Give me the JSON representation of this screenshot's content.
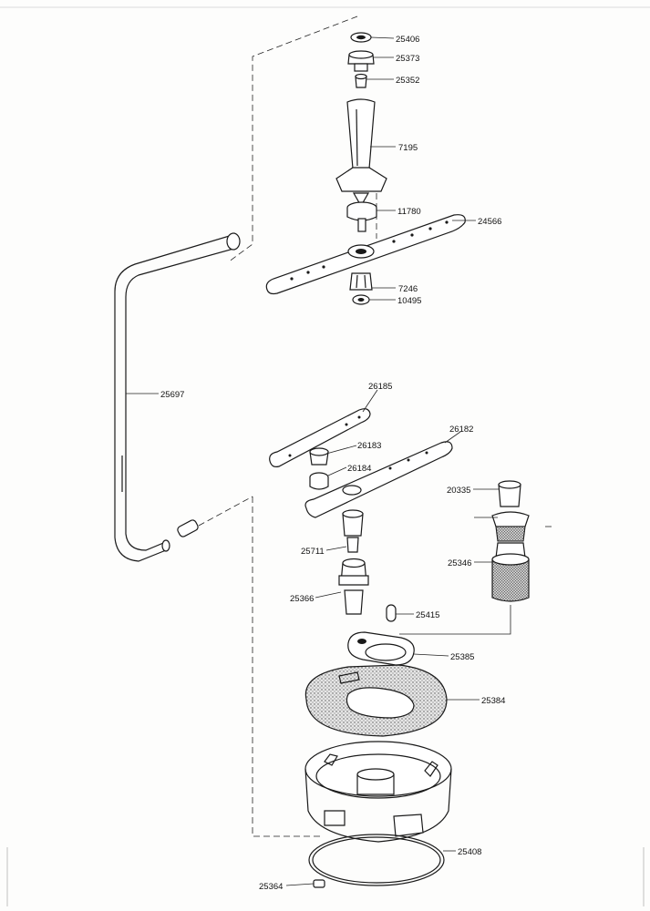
{
  "parts": {
    "p25406": "25406",
    "p25373": "25373",
    "p25352": "25352",
    "p7195": "7195",
    "p11780": "11780",
    "p24566": "24566",
    "p7246": "7246",
    "p10495": "10495",
    "p25697": "25697",
    "p26185": "26185",
    "p26182": "26182",
    "p26183": "26183",
    "p26184": "26184",
    "p20335": "20335",
    "p25711": "25711",
    "p25346": "25346",
    "p25366": "25366",
    "p25415": "25415",
    "p25385": "25385",
    "p25384": "25384",
    "p25408": "25408",
    "p25364": "25364"
  }
}
